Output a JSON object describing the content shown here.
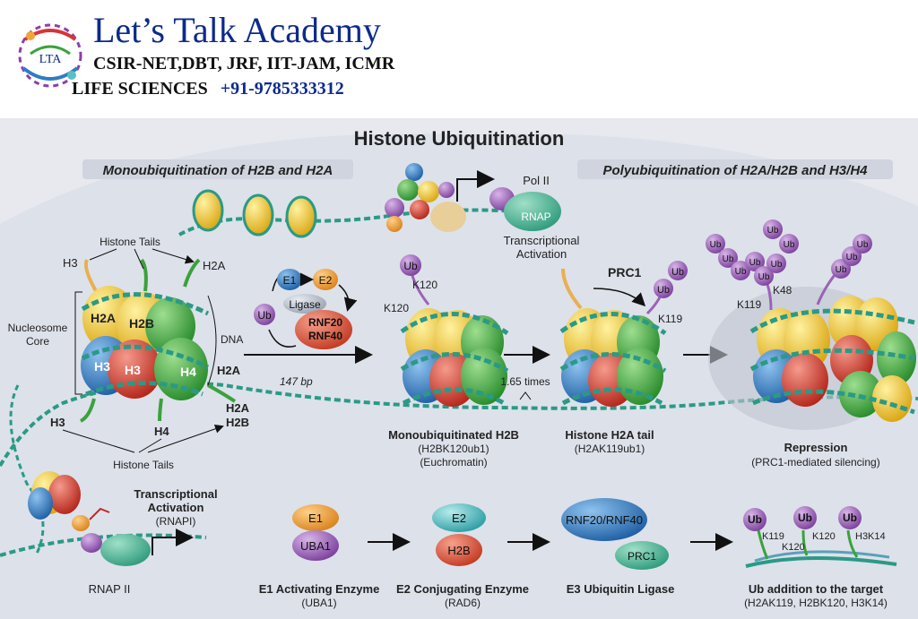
{
  "brand": {
    "name": "Let’s Talk Academy",
    "line1": "CSIR-NET,DBT, JRF, IIT-JAM, ICMR",
    "line2": "LIFE SCIENCES",
    "phone": "+91-9785333312",
    "logo_text": "LTA"
  },
  "title": "Histone Ubiquitination",
  "sections": {
    "left": "Monoubiquitination of H2B and H2A",
    "right": "Polyubiquitination of H2A/H2B and H3/H4"
  },
  "nucleosome": {
    "histone_tails": "Histone Tails",
    "nucleosome_core_1": "Nucleosome",
    "nucleosome_core_2": "Core",
    "dna": "DNA",
    "h3": "H3",
    "h2a": "H2A",
    "h2b": "H2B",
    "h4": "H4",
    "bp": "147 bp"
  },
  "enzymes": {
    "e1": "E1",
    "e2": "E2",
    "ligase": "Ligase",
    "ub": "Ub",
    "rnf20": "RNF20",
    "rnf40": "RNF40"
  },
  "polII": {
    "label": "Pol II",
    "rnap": "RNAP",
    "caption1": "Transcriptional",
    "caption2": "Activation"
  },
  "mono": {
    "k120_top": "K120",
    "k120_left": "K120",
    "times": "1.65 times",
    "caption_title": "Monoubiquitinated H2B",
    "caption_line2": "(H2BK120ub1)",
    "caption_line3": "(Euchromatin)"
  },
  "h2a_tail": {
    "prc1": "PRC1",
    "k119": "K119",
    "caption_title": "Histone H2A tail",
    "caption_line2": "(H2AK119ub1)"
  },
  "poly": {
    "k119": "K119",
    "k48": "K48",
    "caption_title": "Repression",
    "caption_line2": "(PRC1-mediated silencing)"
  },
  "rnapii": {
    "title1": "Transcriptional",
    "title2": "Activation",
    "title3": "(RNAPI)",
    "rnap2": "RNAP II"
  },
  "cascade": {
    "e1_label": "E1",
    "uba1": "UBA1",
    "e1_caption": "E1 Activating Enzyme",
    "e1_caption2": "(UBA1)",
    "e2_label": "E2",
    "h2b": "H2B",
    "e2_caption": "E2 Conjugating Enzyme",
    "e2_caption2": "(RAD6)",
    "e3_label": "RNF20/RNF40",
    "prc1": "PRC1",
    "e3_caption": "E3 Ubiquitin Ligase",
    "ub1": "Ub",
    "ub2": "Ub",
    "ub3": "Ub",
    "k119": "K119",
    "k120a": "K120",
    "k120b": "K120",
    "h3k14": "H3K14",
    "target_caption": "Ub addition to the target",
    "target_caption2": "(H2AK119, H2BK120, H3K14)"
  },
  "colors": {
    "brand_blue": "#0d2a8c",
    "panel": "#e7e9ef",
    "h2a": "#f2c21b",
    "h2b": "#f5d22e",
    "h3": "#2f7cc4",
    "h3b": "#d83b2e",
    "h4": "#3aa23b",
    "ub": "#9b63b5",
    "dna": "#2a9a86",
    "e1": "#f0a53a",
    "e2": "#58c1c4",
    "rnf": "#e5553c"
  }
}
